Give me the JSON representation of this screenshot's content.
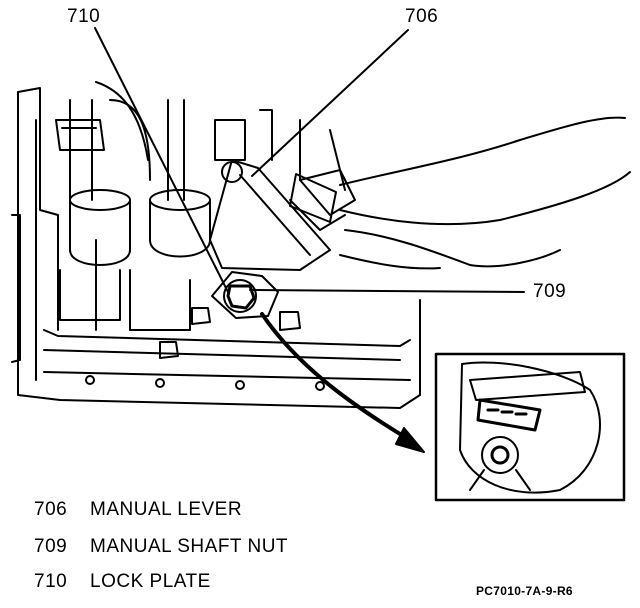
{
  "callouts": [
    {
      "id": "710"
    },
    {
      "id": "706"
    },
    {
      "id": "709"
    }
  ],
  "legend": [
    {
      "number": "706",
      "label": "MANUAL LEVER"
    },
    {
      "number": "709",
      "label": "MANUAL SHAFT NUT"
    },
    {
      "number": "710",
      "label": "LOCK PLATE"
    }
  ],
  "figure_code": "PC7010-7A-9-R6"
}
